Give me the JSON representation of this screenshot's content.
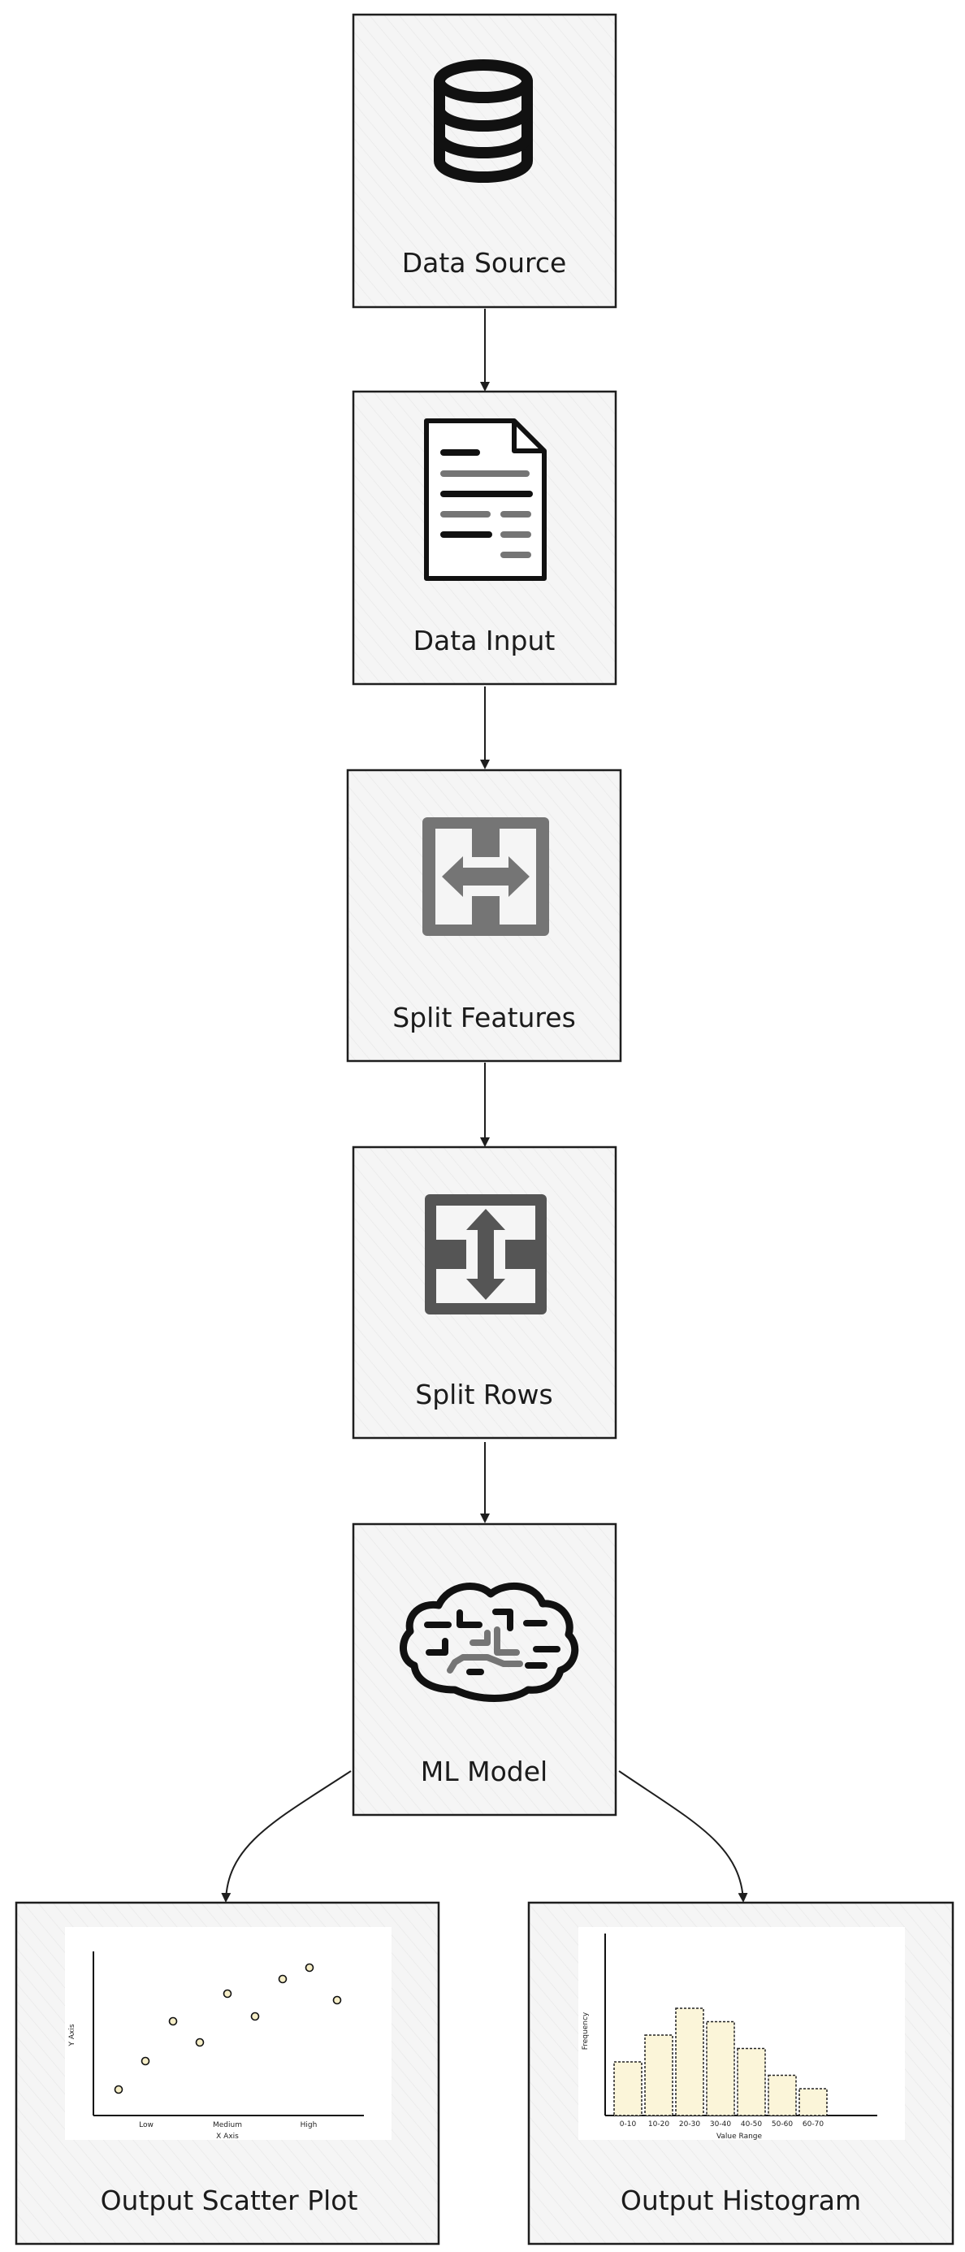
{
  "nodes": {
    "data_source": {
      "label": "Data Source"
    },
    "data_input": {
      "label": "Data Input"
    },
    "split_features": {
      "label": "Split Features"
    },
    "split_rows": {
      "label": "Split Rows"
    },
    "ml_model": {
      "label": "ML Model"
    },
    "output_scatter": {
      "label": "Output Scatter Plot"
    },
    "output_histogram": {
      "label": "Output Histogram"
    }
  },
  "scatter_thumbnail": {
    "xlabel": "X Axis",
    "ylabel": "Y Axis",
    "x_ticks": [
      "Low",
      "Medium",
      "High"
    ]
  },
  "histogram_thumbnail": {
    "xlabel": "Value Range",
    "ylabel": "Frequency",
    "categories": [
      "0-10",
      "10-20",
      "20-30",
      "30-40",
      "40-50",
      "50-60",
      "60-70"
    ],
    "values": [
      4,
      6,
      8,
      7,
      5,
      3,
      2
    ]
  },
  "colors": {
    "box_fill": "#f5f5f5",
    "stroke": "#1e1e1e",
    "bar_fill": "#fbf5d9",
    "icon_gray": "#757575"
  }
}
